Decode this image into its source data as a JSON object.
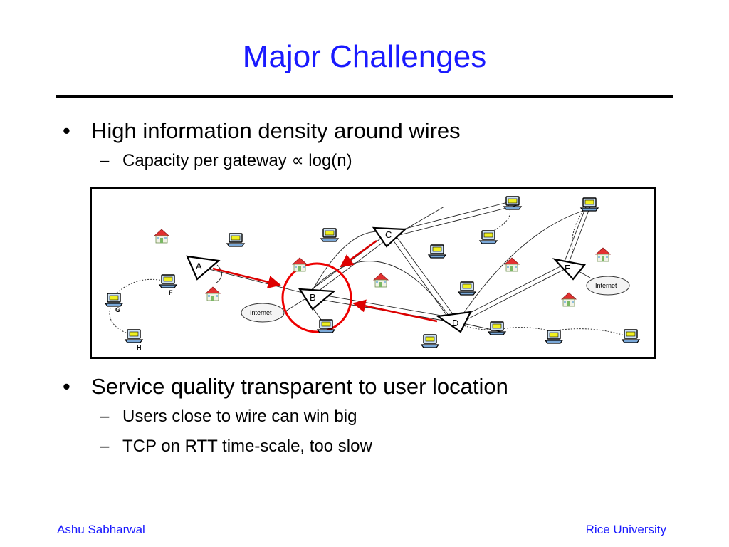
{
  "slide": {
    "title": "Major Challenges",
    "bullets": [
      {
        "text": "High information density around wires",
        "subs": [
          "Capacity per gateway ∝ log(n)"
        ]
      },
      {
        "text": "Service quality transparent to user location",
        "subs": [
          "Users close to wire can win big",
          "TCP on RTT time-scale, too slow"
        ]
      }
    ]
  },
  "diagram": {
    "nodes": [
      "A",
      "B",
      "C",
      "D",
      "E"
    ],
    "internet_label": "Internet",
    "user_labels": [
      "F",
      "G",
      "H"
    ]
  },
  "footer": {
    "left": "Ashu Sabharwal",
    "right": "Rice University"
  },
  "colors": {
    "title": "#1a1aff",
    "footer": "#1a1aff",
    "arrow": "#dd0000",
    "highlight_circle": "#ee0000"
  }
}
